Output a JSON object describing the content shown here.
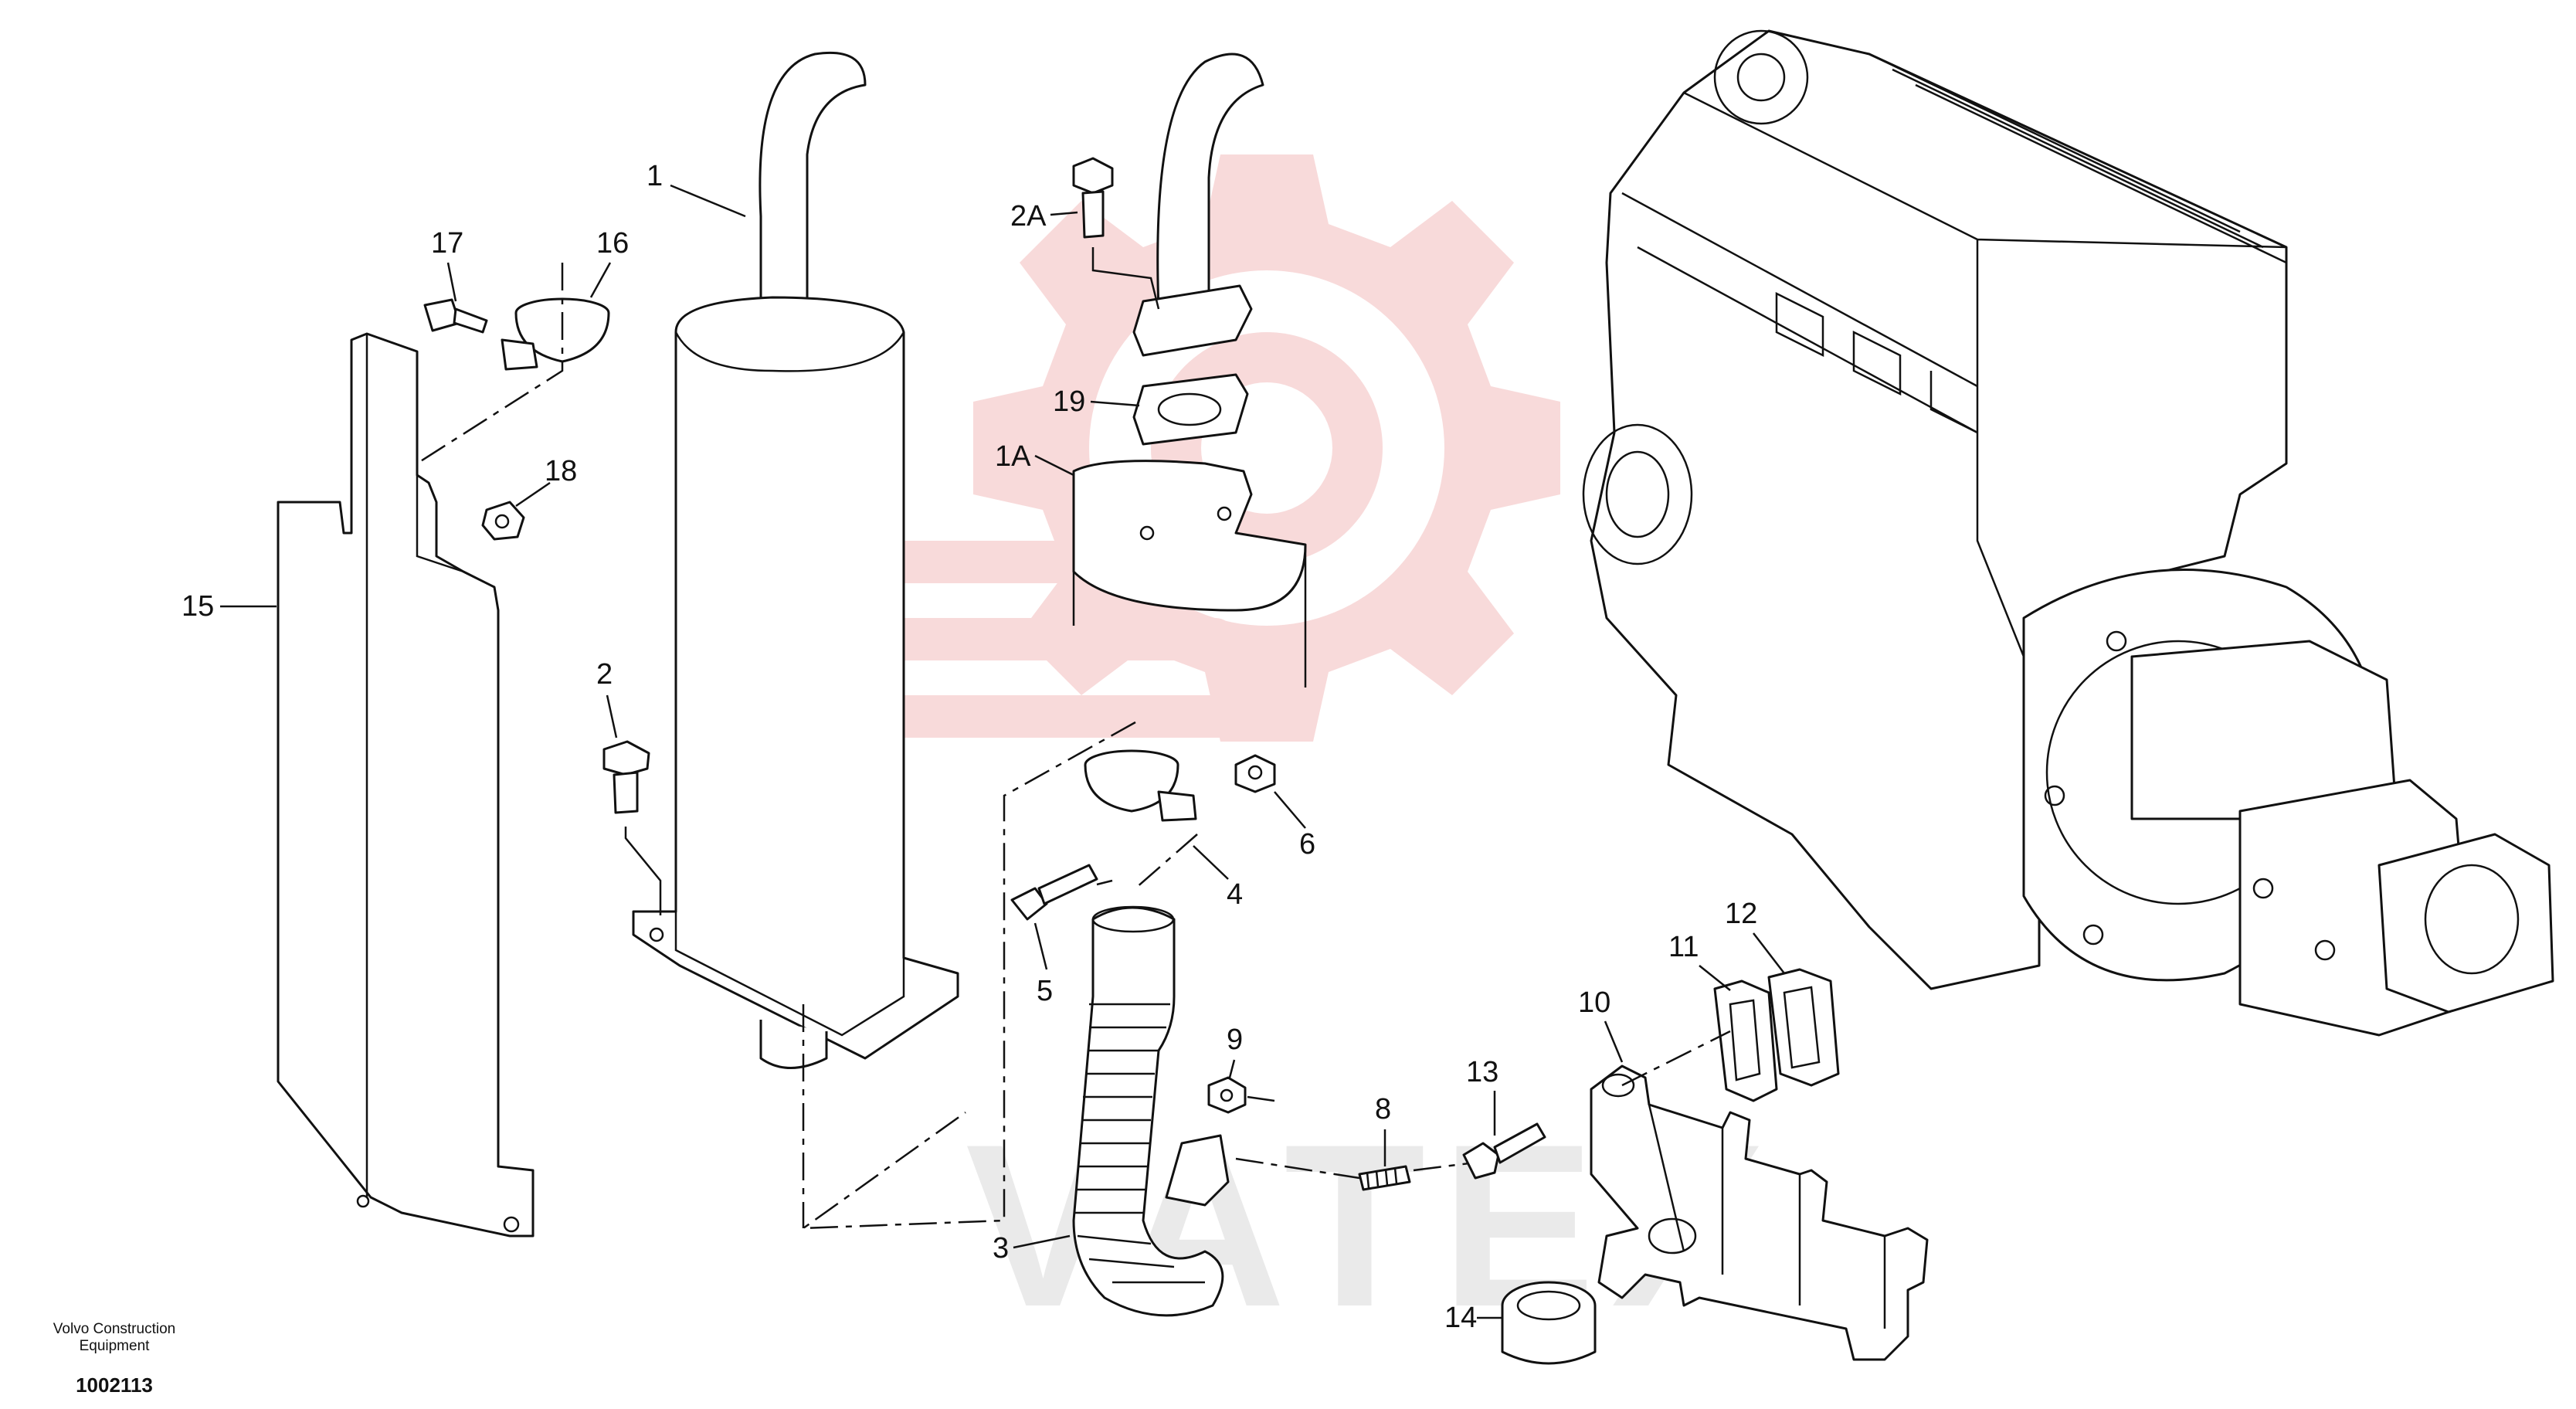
{
  "diagram": {
    "watermark_text": "VATEX",
    "callouts": [
      {
        "id": "1",
        "label": "1"
      },
      {
        "id": "2",
        "label": "2"
      },
      {
        "id": "2A",
        "label": "2A"
      },
      {
        "id": "1A",
        "label": "1A"
      },
      {
        "id": "3",
        "label": "3"
      },
      {
        "id": "4",
        "label": "4"
      },
      {
        "id": "5",
        "label": "5"
      },
      {
        "id": "6",
        "label": "6"
      },
      {
        "id": "8",
        "label": "8"
      },
      {
        "id": "9",
        "label": "9"
      },
      {
        "id": "10",
        "label": "10"
      },
      {
        "id": "11",
        "label": "11"
      },
      {
        "id": "12",
        "label": "12"
      },
      {
        "id": "13",
        "label": "13"
      },
      {
        "id": "14",
        "label": "14"
      },
      {
        "id": "15",
        "label": "15"
      },
      {
        "id": "16",
        "label": "16"
      },
      {
        "id": "17",
        "label": "17"
      },
      {
        "id": "18",
        "label": "18"
      },
      {
        "id": "19",
        "label": "19"
      }
    ]
  },
  "footer": {
    "company_line1": "Volvo Construction",
    "company_line2": "Equipment",
    "document_number": "1002113"
  },
  "colors": {
    "line": "#111111",
    "watermark_red": "#f3bcbc",
    "watermark_gray": "#d9d9d9"
  }
}
